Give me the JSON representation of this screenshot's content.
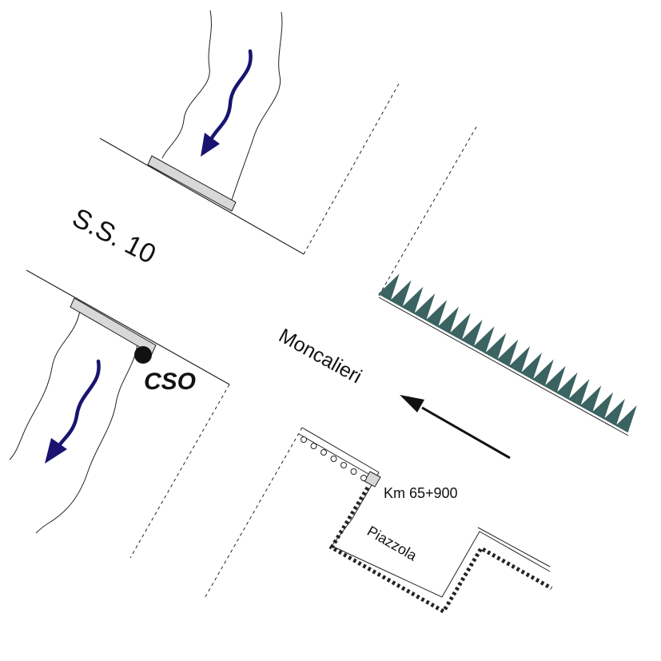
{
  "labels": {
    "road_name": "S.S. 10",
    "direction": "Moncalieri",
    "kilometer": "Km 65+900",
    "layby": "Piazzola",
    "outfall": "CSO"
  },
  "colors": {
    "line": "#222222",
    "flow_arrow": "#1a1470",
    "bridge_fill": "#d8d8d8",
    "hedge": "#3b6361",
    "outfall_dot": "#111111"
  },
  "icons": {
    "flow": "curved-arrow-icon",
    "traffic": "straight-arrow-icon",
    "outfall": "filled-circle-icon",
    "hedge": "sawtooth-hedge-icon",
    "manholes": "circle-row-icon"
  }
}
